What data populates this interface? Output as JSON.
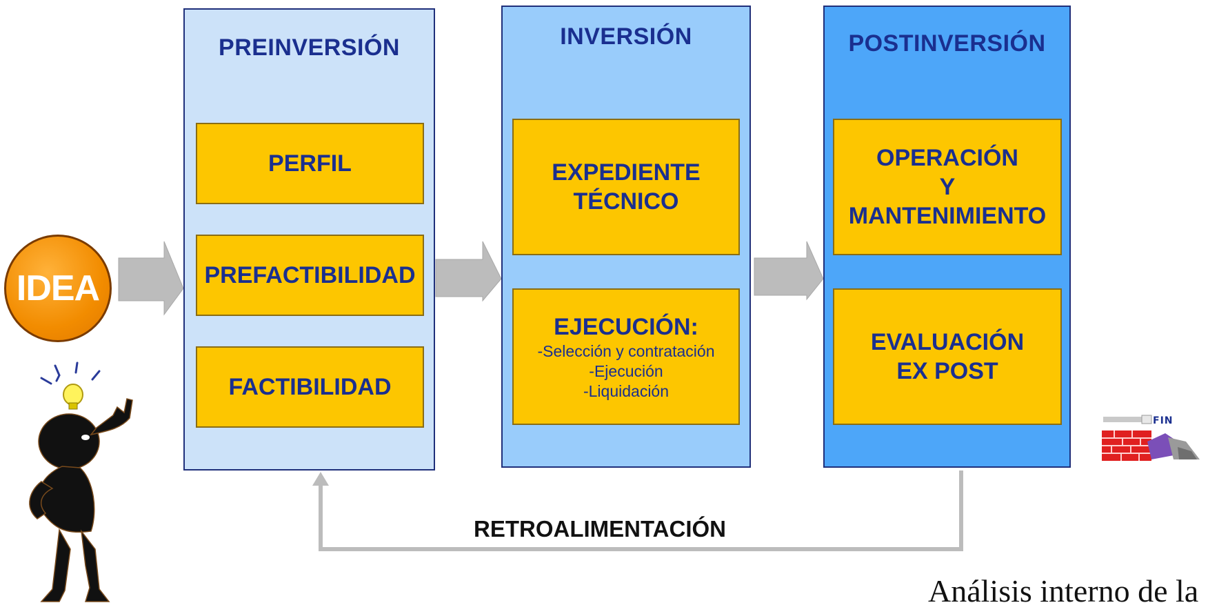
{
  "start": {
    "label": "IDEA"
  },
  "phases": [
    {
      "title": "PREINVERSIÓN",
      "stages": [
        {
          "lines": [
            "PERFIL"
          ],
          "sub": []
        },
        {
          "lines": [
            "PREFACTIBILIDAD"
          ],
          "sub": []
        },
        {
          "lines": [
            "FACTIBILIDAD"
          ],
          "sub": []
        }
      ]
    },
    {
      "title": "INVERSIÓN",
      "stages": [
        {
          "lines": [
            "EXPEDIENTE",
            "TÉCNICO"
          ],
          "sub": []
        },
        {
          "lines": [
            "EJECUCIÓN:"
          ],
          "sub": [
            "-Selección y contratación",
            "-Ejecución",
            "-Liquidación"
          ]
        }
      ]
    },
    {
      "title": "POSTINVERSIÓN",
      "stages": [
        {
          "lines": [
            "OPERACIÓN",
            "Y",
            "MANTENIMIENTO"
          ],
          "sub": []
        },
        {
          "lines": [
            "EVALUACIÓN",
            "EX POST"
          ],
          "sub": []
        }
      ]
    }
  ],
  "feedback": {
    "label": "RETROALIMENTACIÓN"
  },
  "end_graphic": {
    "label": "FIN"
  },
  "footer_text": "Análisis interno de la",
  "colors": {
    "phase_pre": "#cce2f9",
    "phase_inv": "#99ccfb",
    "phase_post": "#4da6f9",
    "stage_fill": "#fdc600",
    "title_text": "#1a2f8f",
    "arrow": "#bcbcbc",
    "idea": "#f28c00"
  },
  "icons": [
    "idea-person-icon",
    "lightbulb-icon",
    "end-wall-icon"
  ]
}
